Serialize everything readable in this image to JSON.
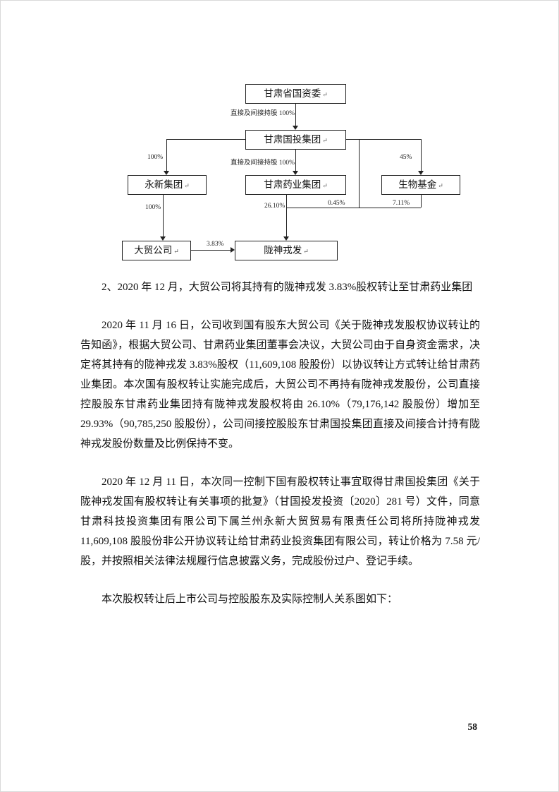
{
  "diagram": {
    "return_mark": "↵",
    "boxes": {
      "guoziwei": {
        "label": "甘肃省国资委"
      },
      "guotou": {
        "label": "甘肃国投集团"
      },
      "yongxin": {
        "label": "永新集团"
      },
      "yaoye": {
        "label": "甘肃药业集团"
      },
      "shengwu": {
        "label": "生物基金"
      },
      "damao": {
        "label": "大贸公司"
      },
      "longshen": {
        "label": "陇神戎发"
      }
    },
    "edges": {
      "e1": "直接及间接持股 100%",
      "e2": "100%",
      "e3": "直接及间接持股 100%",
      "e4": "45%",
      "e5": "100%",
      "e6": "26.10%",
      "e7": "0.45%",
      "e8": "7.11%",
      "e9": "3.83%"
    }
  },
  "content": {
    "heading": "2、2020 年 12 月，大贸公司将其持有的陇神戎发 3.83%股权转让至甘肃药业集团",
    "para1": "2020 年 11 月 16 日，公司收到国有股东大贸公司《关于陇神戎发股权协议转让的告知函》，根据大贸公司、甘肃药业集团董事会决议，大贸公司由于自身资金需求，决定将其持有的陇神戎发 3.83%股权（11,609,108 股股份）以协议转让方式转让给甘肃药业集团。本次国有股权转让实施完成后，大贸公司不再持有陇神戎发股份，公司直接控股股东甘肃药业集团持有陇神戎发股权将由 26.10%（79,176,142 股股份）增加至 29.93%（90,785,250 股股份），公司间接控股股东甘肃国投集团直接及间接合计持有陇神戎发股份数量及比例保持不变。",
    "para2": "2020 年 12 月 11 日，本次同一控制下国有股权转让事宜取得甘肃国投集团《关于陇神戎发国有股权转让有关事项的批复》（甘国投发投资〔2020〕281 号）文件，同意甘肃科技投资集团有限公司下属兰州永新大贸贸易有限责任公司将所持陇神戎发 11,609,108 股股份非公开协议转让给甘肃药业投资集团有限公司，转让价格为 7.58 元/股，并按照相关法律法规履行信息披露义务，完成股份过户、登记手续。",
    "para3": "本次股权转让后上市公司与控股股东及实际控制人关系图如下："
  },
  "page": {
    "number": "58"
  }
}
